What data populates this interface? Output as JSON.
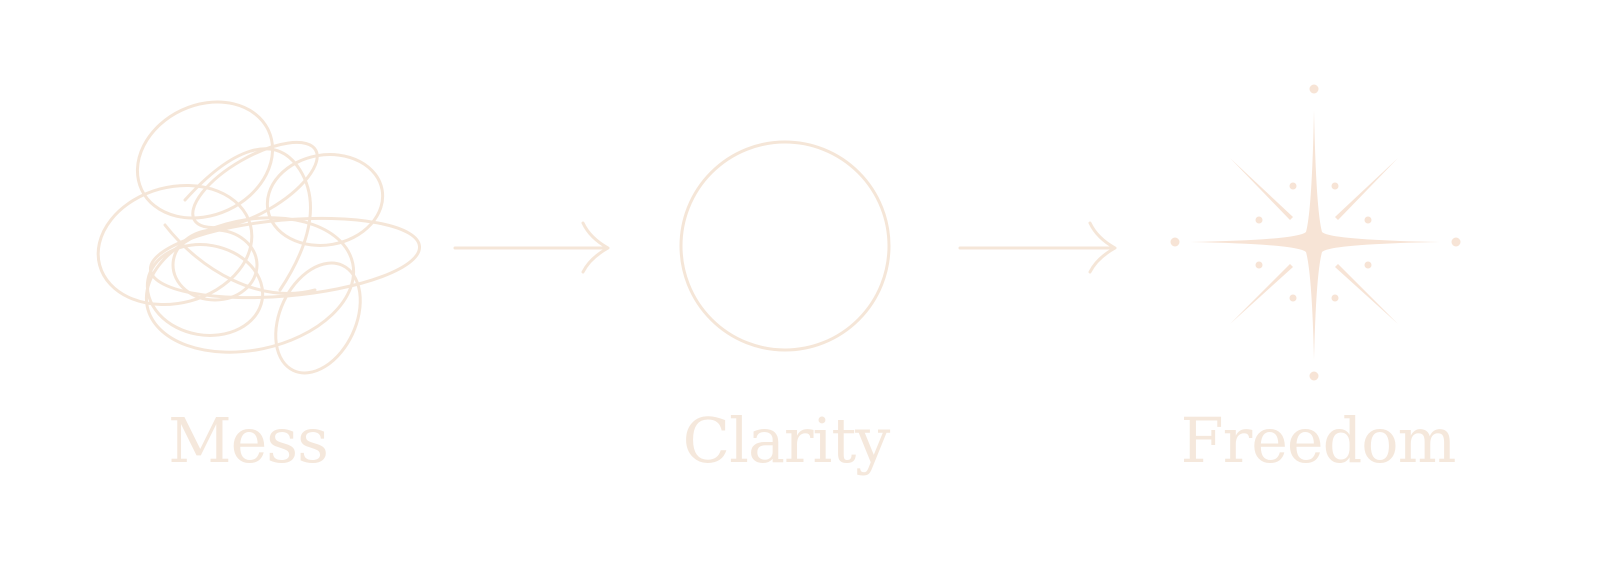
{
  "colors": {
    "background": "#ffffff",
    "stroke": "#f5e6d8",
    "label": "#f5e8dc"
  },
  "stages": [
    {
      "label": "Mess",
      "icon": "scribble-tangle-icon"
    },
    {
      "label": "Clarity",
      "icon": "circle-icon"
    },
    {
      "label": "Freedom",
      "icon": "sparkle-star-icon"
    }
  ],
  "connectors": [
    {
      "icon": "arrow-right-icon"
    },
    {
      "icon": "arrow-right-icon"
    }
  ]
}
